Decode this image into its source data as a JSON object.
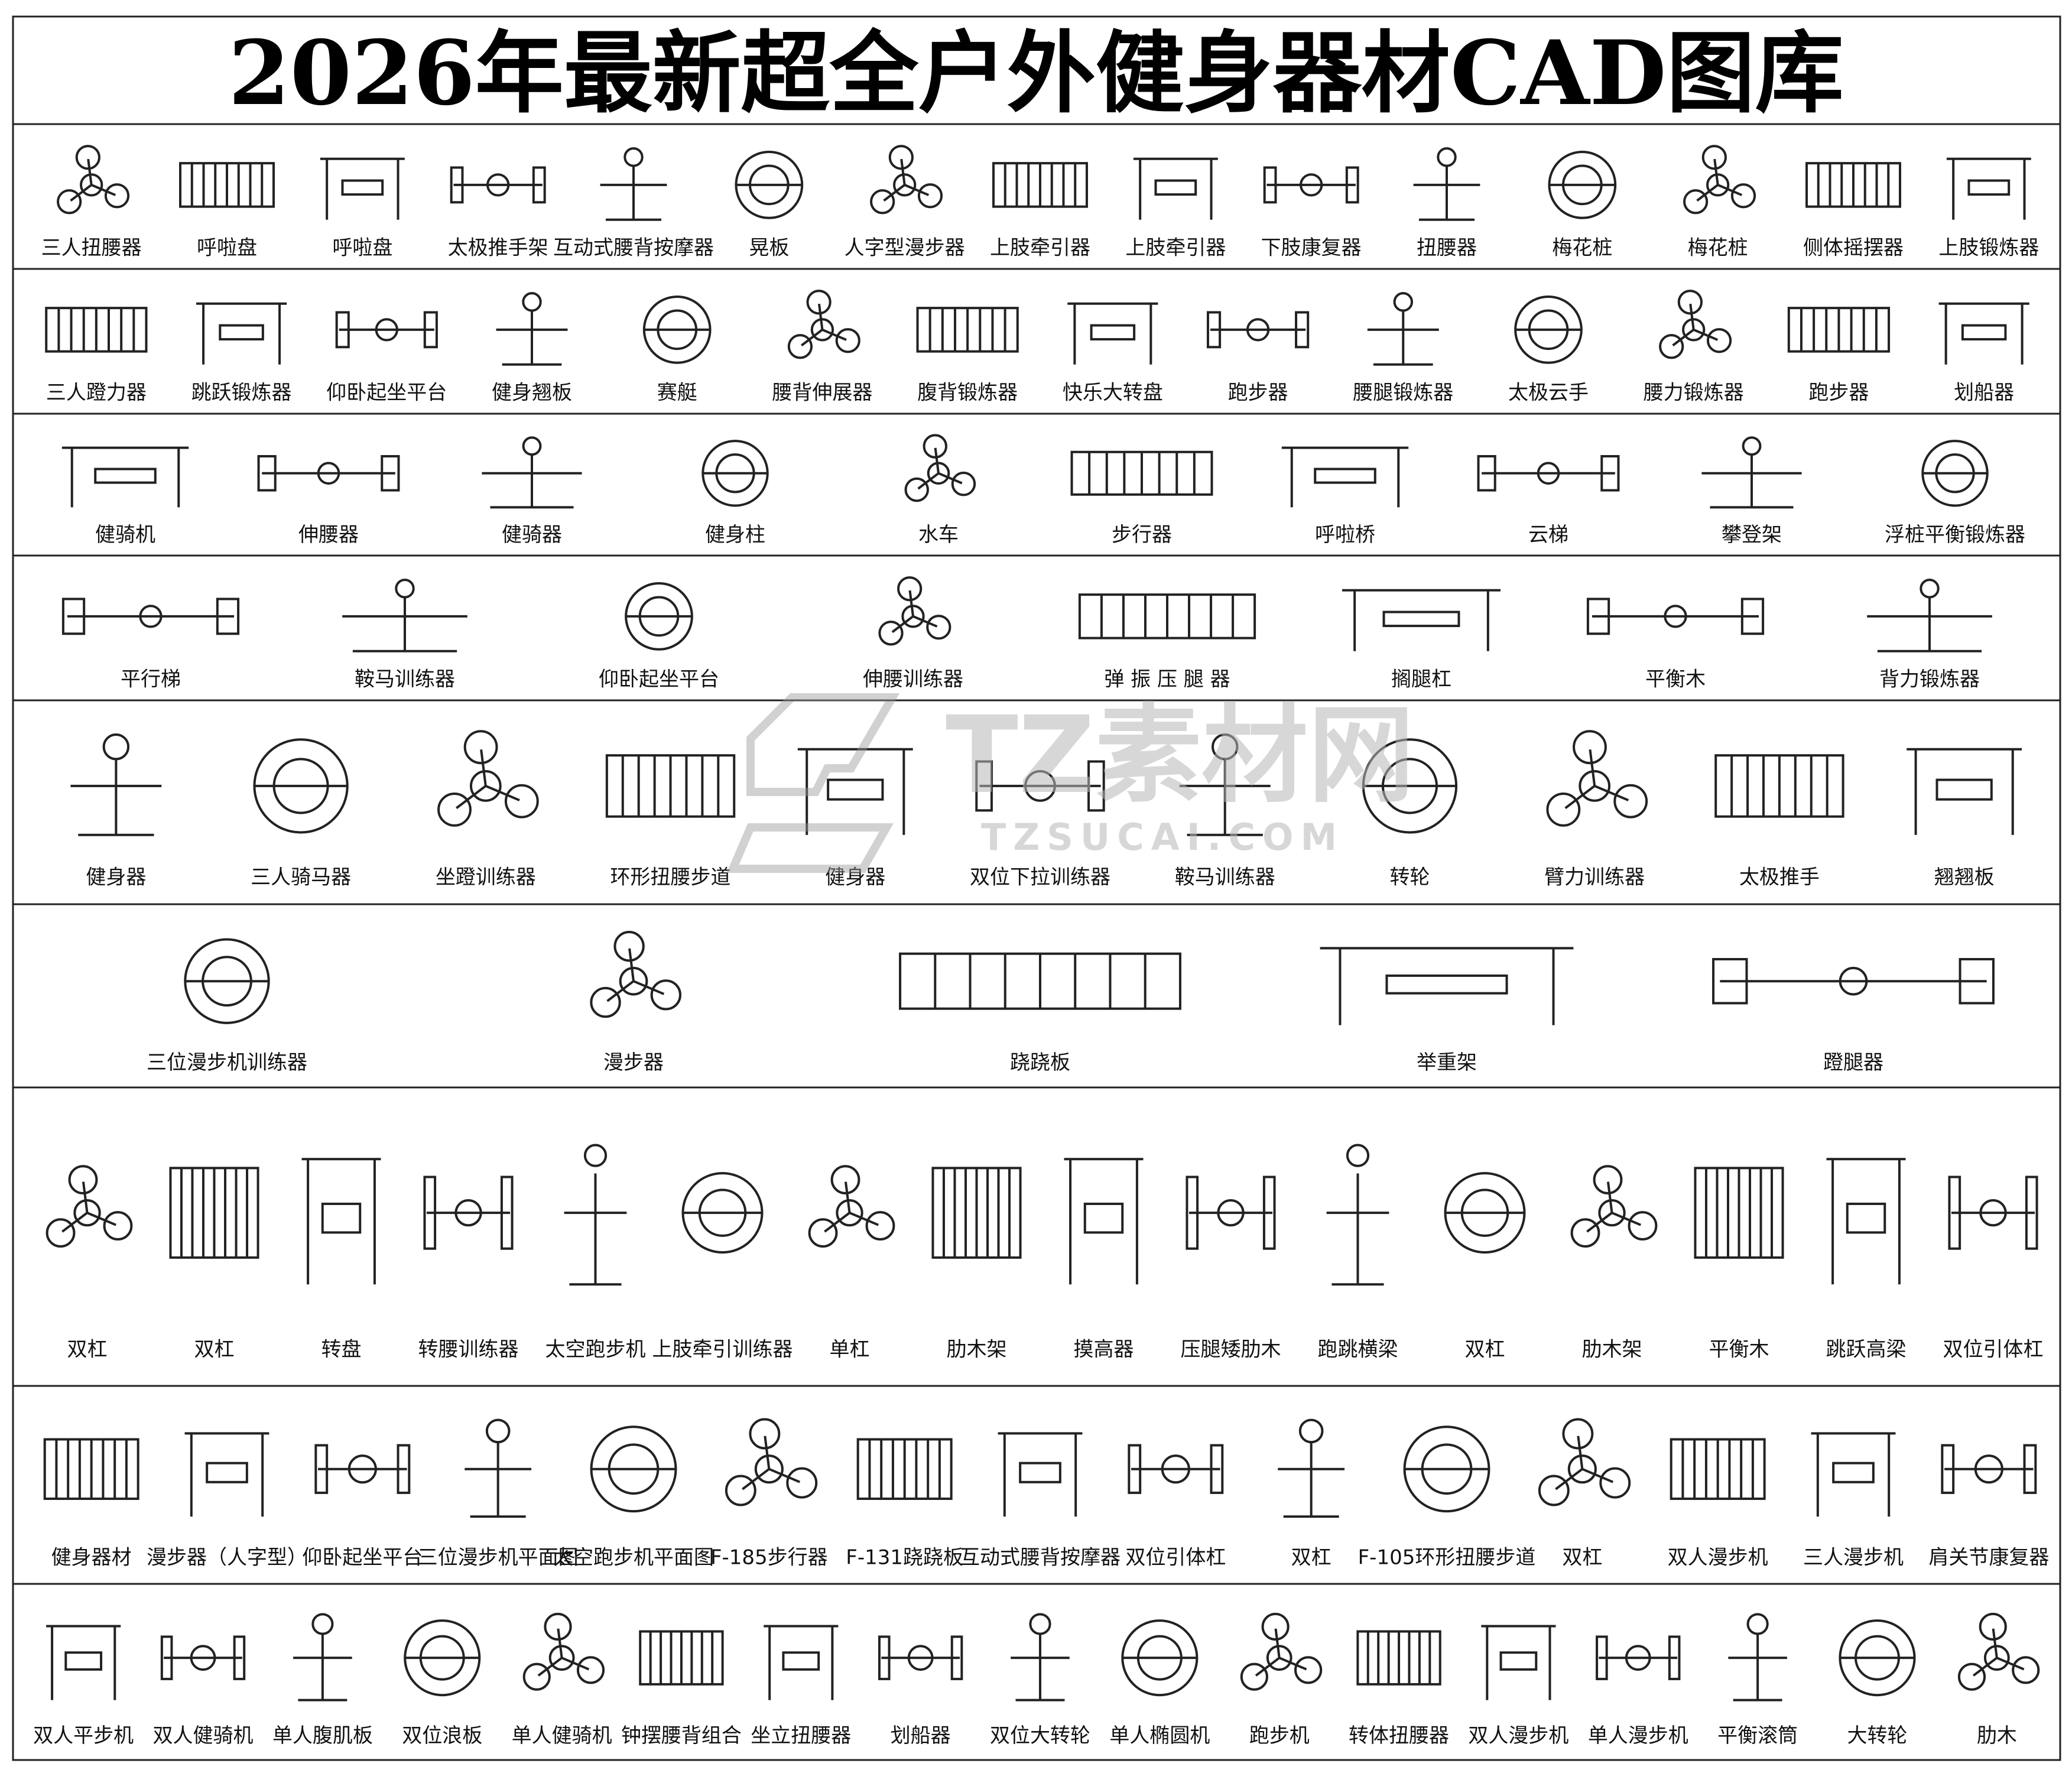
{
  "title": "2026年最新超全户外健身器材CAD图库",
  "watermark": {
    "name": "TZ素材网",
    "url": "TZSUCAI.COM"
  },
  "rows": [
    {
      "labels": [
        "三人扭腰器",
        "呼啦盘",
        "呼啦盘",
        "太极推手架",
        "互动式腰背按摩器",
        "晃板",
        "人字型漫步器",
        "上肢牵引器",
        "上肢牵引器",
        "下肢康复器",
        "扭腰器",
        "梅花桩",
        "梅花桩",
        "侧体摇摆器",
        "上肢锻炼器"
      ]
    },
    {
      "labels": [
        "三人蹬力器",
        "跳跃锻炼器",
        "仰卧起坐平台",
        "健身翘板",
        "赛艇",
        "腰背伸展器",
        "腹背锻炼器",
        "快乐大转盘",
        "跑步器",
        "腰腿锻炼器",
        "太极云手",
        "腰力锻炼器",
        "跑步器",
        "划船器"
      ]
    },
    {
      "labels": [
        "健骑机",
        "伸腰器",
        "健骑器",
        "健身柱",
        "水车",
        "步行器",
        "呼啦桥",
        "云梯",
        "攀登架",
        "浮桩平衡锻炼器"
      ]
    },
    {
      "labels": [
        "平行梯",
        "鞍马训练器",
        "仰卧起坐平台",
        "伸腰训练器",
        "弹 振 压 腿 器",
        "搁腿杠",
        "平衡木",
        "背力锻炼器"
      ]
    },
    {
      "labels": [
        "健身器",
        "三人骑马器",
        "坐蹬训练器",
        "环形扭腰步道",
        "健身器",
        "双位下拉训练器",
        "鞍马训练器",
        "转轮",
        "臂力训练器",
        "太极推手",
        "翘翘板"
      ]
    },
    {
      "labels": [
        "三位漫步机训练器",
        "漫步器",
        "跷跷板",
        "举重架",
        "蹬腿器"
      ]
    },
    {
      "labels": [
        "双杠",
        "双杠",
        "转盘",
        "转腰训练器",
        "太空跑步机",
        "上肢牵引训练器",
        "单杠",
        "肋木架",
        "摸高器",
        "压腿矮肋木",
        "跑跳横梁",
        "双杠",
        "肋木架",
        "平衡木",
        "跳跃高梁",
        "双位引体杠"
      ]
    },
    {
      "labels": [
        "健身器材",
        "漫步器（人字型）",
        "仰卧起坐平台",
        "三位漫步机平面图",
        "太空跑步机平面图",
        "F-185步行器",
        "F-131跷跷板",
        "互动式腰背按摩器",
        "双位引体杠",
        "双杠",
        "F-105环形扭腰步道",
        "双杠",
        "双人漫步机",
        "三人漫步机",
        "肩关节康复器"
      ]
    },
    {
      "labels": [
        "双人平步机",
        "双人健骑机",
        "单人腹肌板",
        "双位浪板",
        "单人健骑机",
        "钟摆腰背组合",
        "坐立扭腰器",
        "划船器",
        "双位大转轮",
        "单人椭圆机",
        "跑步机",
        "转体扭腰器",
        "双人漫步机",
        "单人漫步机",
        "平衡滚筒",
        "大转轮",
        "肋木"
      ]
    }
  ]
}
